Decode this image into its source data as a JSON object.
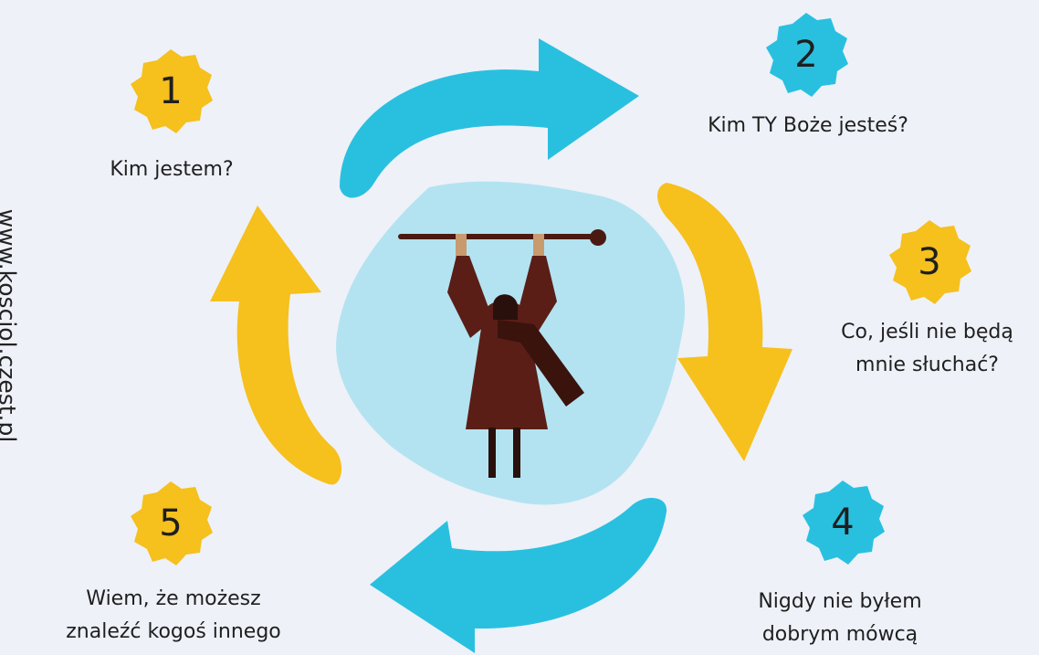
{
  "colors": {
    "background": "#eef1f8",
    "yellow": "#f6c01d",
    "blue": "#29c0e0",
    "blob": "#b3e3f1",
    "figure": "#5a1e17",
    "staff": "#4a1a12"
  },
  "website": "www.kosciol.czest.pl",
  "steps": [
    {
      "number": "1",
      "lines": [
        "Kim jestem?"
      ],
      "badge_color": "yellow"
    },
    {
      "number": "2",
      "lines": [
        "Kim TY Boże jesteś?"
      ],
      "badge_color": "blue"
    },
    {
      "number": "3",
      "lines": [
        "Co, jeśli nie będą",
        "mnie słuchać?"
      ],
      "badge_color": "yellow"
    },
    {
      "number": "4",
      "lines": [
        "Nigdy nie byłem",
        "dobrym mówcą"
      ],
      "badge_color": "blue"
    },
    {
      "number": "5",
      "lines": [
        "Wiem, że możesz",
        "znaleźć kogoś innego"
      ],
      "badge_color": "yellow"
    }
  ],
  "illustration": "person-holding-staff"
}
